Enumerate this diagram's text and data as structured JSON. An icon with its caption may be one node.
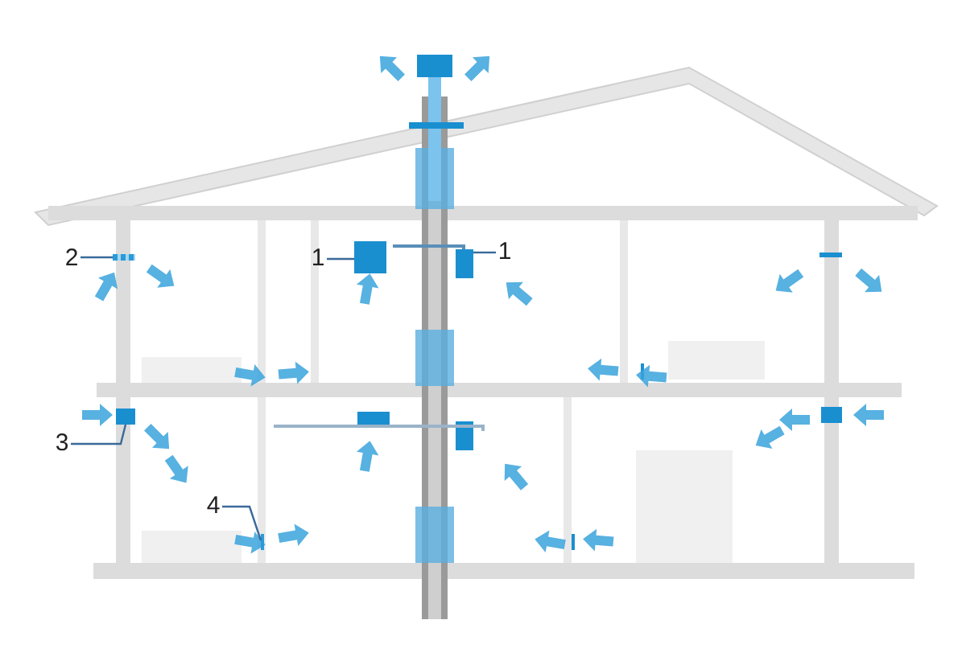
{
  "diagram": {
    "nodes": [
      {
        "text": [
          "1"
        ]
      },
      {
        "text": [],
        "shape": "box"
      },
      {
        "text": [
          "1"
        ]
      },
      {
        "text": [],
        "shape": "box"
      },
      {
        "text": [
          "2"
        ]
      },
      {
        "text": [],
        "shape": "bar"
      },
      {
        "text": [
          "3"
        ]
      },
      {
        "text": [],
        "shape": "box"
      },
      {
        "text": [
          "4"
        ]
      },
      {
        "text": [],
        "shape": "bar"
      }
    ],
    "edges": [
      {
        "from": 0,
        "to": 1,
        "arrow": "none"
      },
      {
        "from": 2,
        "to": 3,
        "arrow": "none"
      },
      {
        "from": 4,
        "to": 5,
        "arrow": "none"
      },
      {
        "from": 6,
        "to": 7,
        "arrow": "none"
      },
      {
        "from": 8,
        "to": 9,
        "arrow": "none"
      }
    ]
  }
}
